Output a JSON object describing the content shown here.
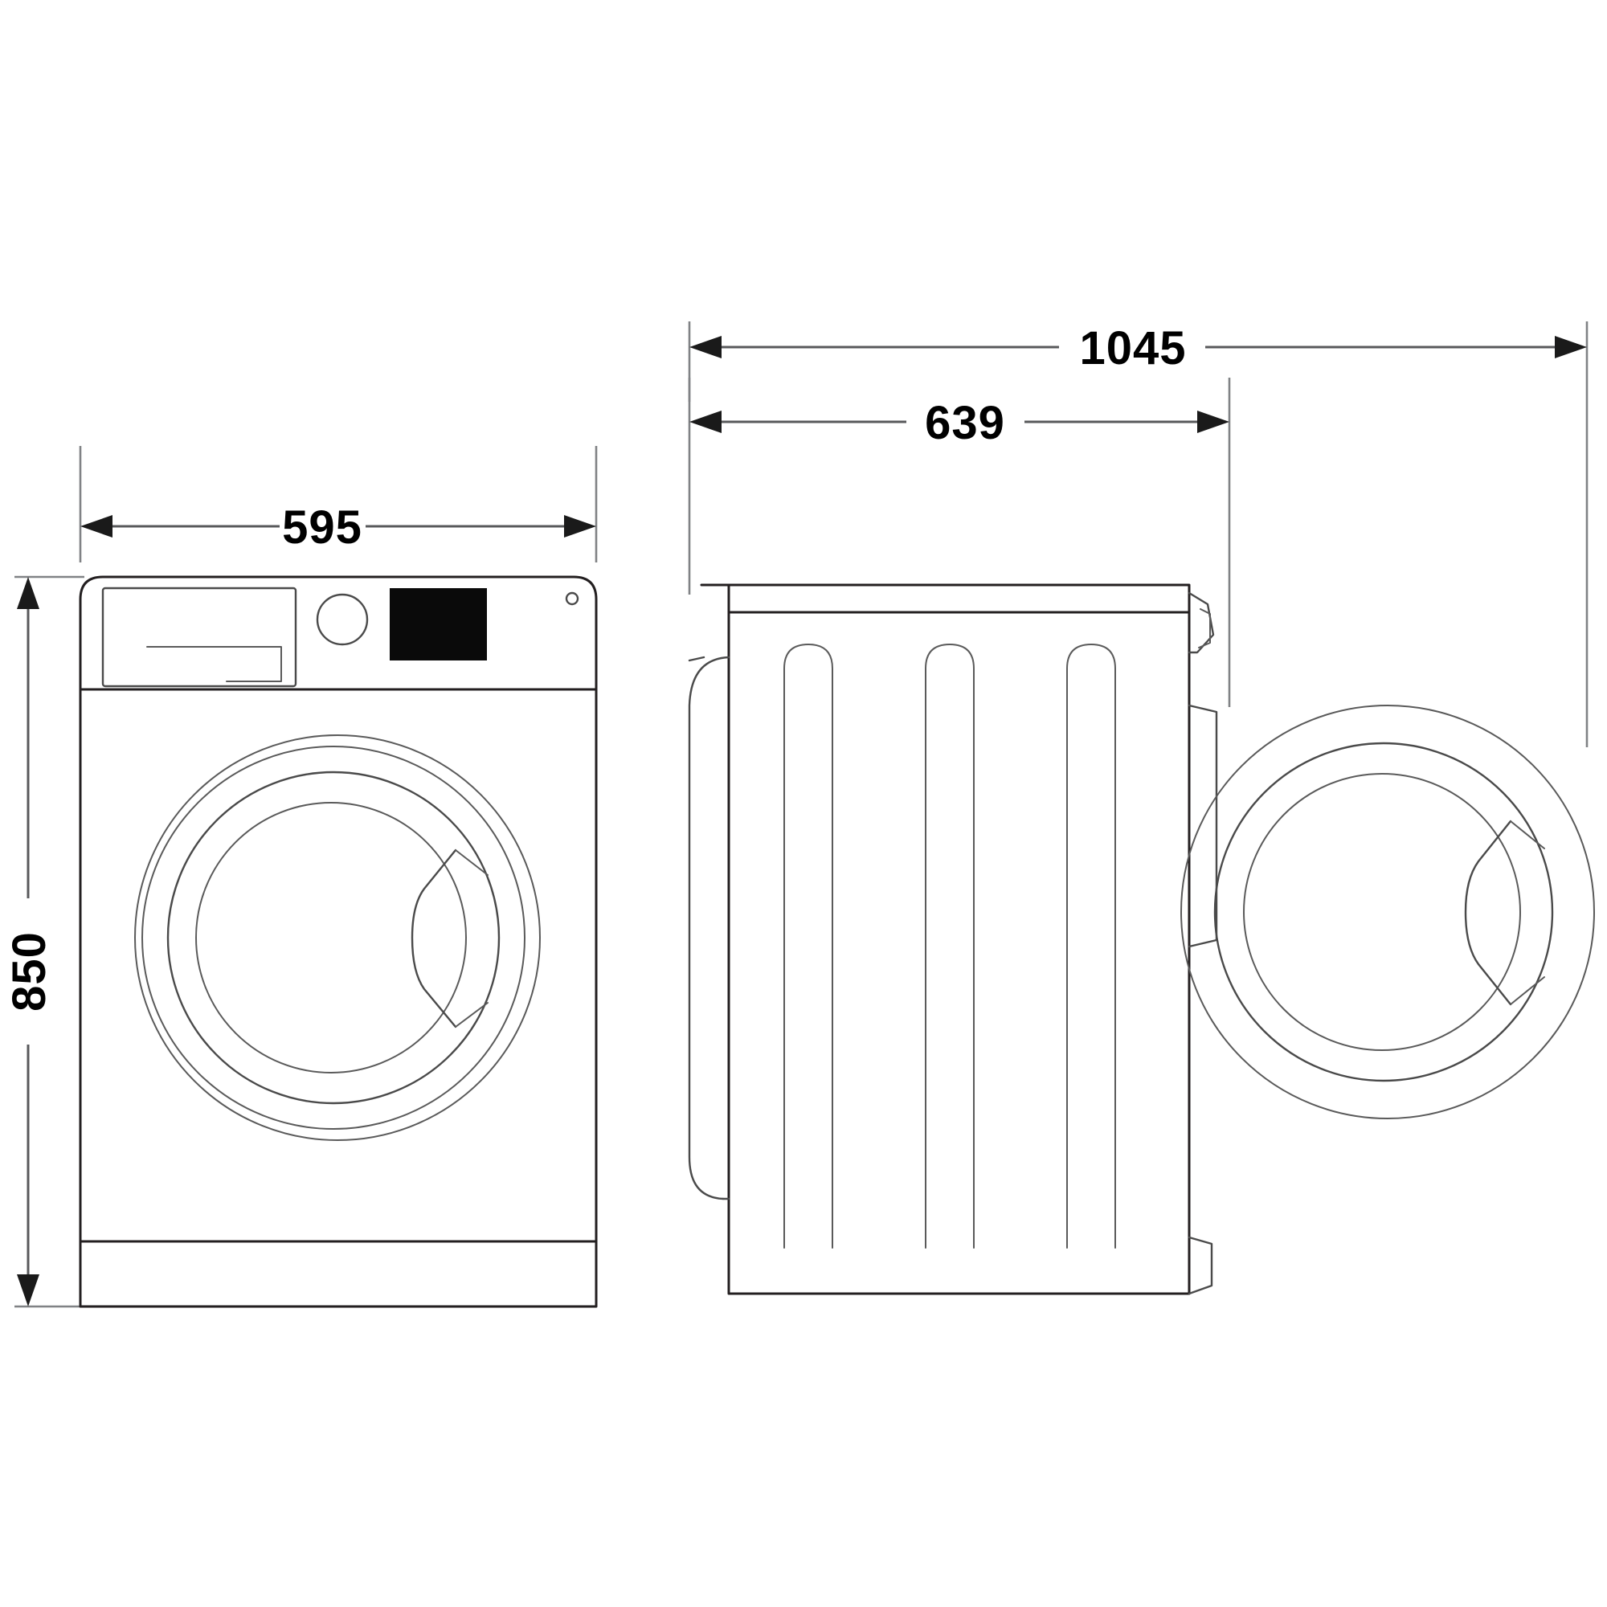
{
  "drawing": {
    "title": "Washing machine installation dimension drawing",
    "units": "mm",
    "background_color": "#ffffff",
    "line_color": "#231f20",
    "dimension_color": "#58595b",
    "display_color": "#0a0a0a"
  },
  "dimensions": {
    "width": {
      "value": "595",
      "label": "595",
      "orientation": "horizontal",
      "view": "front-view",
      "meaning": "appliance width"
    },
    "height": {
      "value": "850",
      "label": "850",
      "orientation": "vertical",
      "view": "front-view",
      "meaning": "appliance height"
    },
    "depth": {
      "value": "639",
      "label": "639",
      "orientation": "horizontal",
      "view": "side-view",
      "meaning": "appliance depth, door closed"
    },
    "depth_door_open": {
      "value": "1045",
      "label": "1045",
      "orientation": "horizontal",
      "view": "side-view",
      "meaning": "total depth with door open"
    }
  },
  "front_view": {
    "name": "Front view of washing machine",
    "parts": {
      "cabinet": "cabinet-outline",
      "control_panel": "control-panel",
      "detergent_drawer": "detergent-drawer",
      "program_knob": "program-selector-knob",
      "display": "display-panel",
      "indicator_dot": "indicator-light",
      "door_outer_ring": "door-outer-ring",
      "door_inner_ring": "door-inner-ring",
      "door_glass": "door-glass",
      "door_handle": "door-handle",
      "plinth": "plinth"
    }
  },
  "side_view": {
    "name": "Side view of washing machine",
    "parts": {
      "worktop_rail": "worktop-rail",
      "cabinet_side": "cabinet-side-panel",
      "hinge_bracket": "door-hinge-bracket",
      "rear_top_foot": "rear-top-bracket",
      "rear_bottom_foot": "rear-bottom-bracket",
      "panel_channel_1": "side-panel-channel-1",
      "panel_channel_2": "side-panel-channel-2",
      "panel_channel_3": "side-panel-channel-3",
      "front_edge": "front-edge-profile"
    }
  },
  "open_door_view": {
    "name": "Door shown in open position",
    "parts": {
      "outer_ring": "open-door-outer-ring",
      "inner_ring": "open-door-inner-ring",
      "glass": "open-door-glass",
      "handle": "open-door-handle"
    }
  }
}
